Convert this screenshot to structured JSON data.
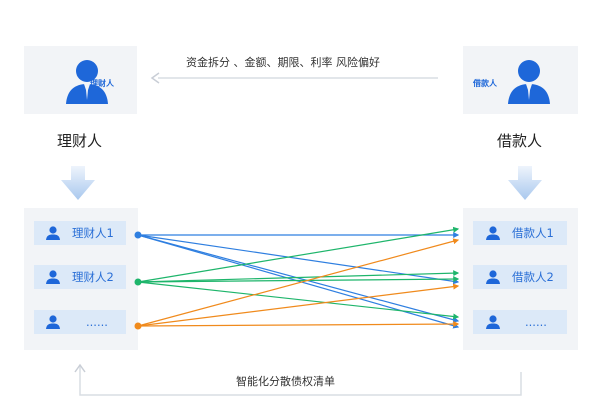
{
  "left_role": {
    "tag": "理财人",
    "title": "理财人"
  },
  "right_role": {
    "tag": "借款人",
    "title": "借款人"
  },
  "top_flow_note": "资金拆分 、金额、期限、利率 风险偏好",
  "bottom_flow_note": "智能化分散债权清单",
  "left_items": [
    "理财人1",
    "理财人2",
    "......"
  ],
  "right_items": [
    "借款人1",
    "借款人2",
    "......"
  ],
  "colors": {
    "blue": "#2f7fe0",
    "green": "#1eb56b",
    "orange": "#f08a1c",
    "accent_text": "#2a6fd6",
    "panel_bg": "#f2f4f7",
    "item_bg": "#dce9f8"
  }
}
